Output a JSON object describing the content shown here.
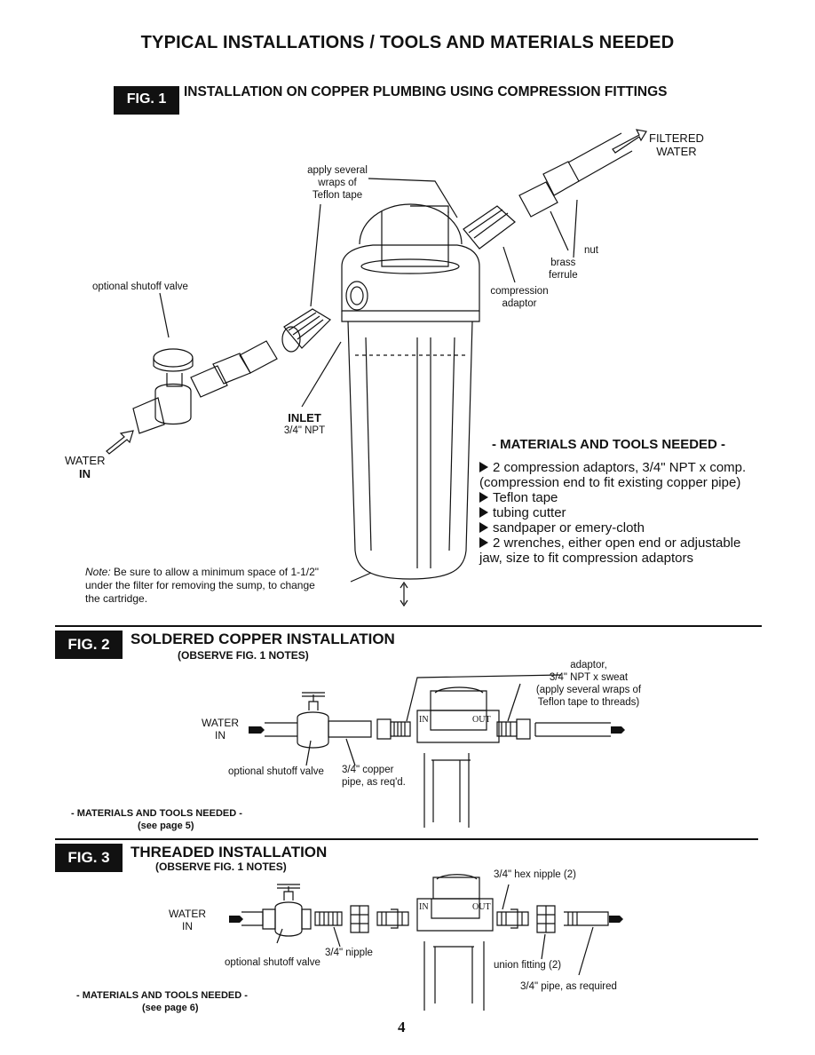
{
  "page": {
    "title": "TYPICAL INSTALLATIONS / TOOLS AND MATERIALS NEEDED",
    "page_number": "4"
  },
  "fig1": {
    "tag": "FIG. 1",
    "title": "INSTALLATION ON COPPER PLUMBING USING COMPRESSION FITTINGS",
    "labels": {
      "filtered_1": "FILTERED",
      "filtered_2": "WATER",
      "teflon_1": "apply several",
      "teflon_2": "wraps of",
      "teflon_3": "Teflon tape",
      "nut": "nut",
      "brass": "brass",
      "ferrule": "ferrule",
      "comp_1": "compression",
      "comp_2": "adaptor",
      "shutoff": "optional shutoff valve",
      "inlet": "INLET",
      "inlet_npt": "3/4\" NPT",
      "water": "WATER",
      "in": "IN"
    },
    "materials": {
      "heading": "- MATERIALS AND TOOLS NEEDED -",
      "lines": [
        "2 compression adaptors, 3/4\" NPT x comp.",
        "(compression end to fit existing copper pipe)",
        "Teflon tape",
        "tubing cutter",
        "sandpaper or emery-cloth",
        "2 wrenches, either open end or adjustable",
        "jaw, size to fit compression adaptors"
      ]
    },
    "note": {
      "label": "Note:",
      "line1": " Be sure to allow a minimum space of 1-1/2\"",
      "line2": "under the filter for removing the sump, to change",
      "line3": "the cartridge."
    }
  },
  "fig2": {
    "tag": "FIG. 2",
    "title": "SOLDERED COPPER INSTALLATION",
    "subtitle": "(OBSERVE FIG. 1 NOTES)",
    "labels": {
      "adaptor_1": "adaptor,",
      "adaptor_2": "3/4\" NPT x sweat",
      "adaptor_3": "(apply several wraps of",
      "adaptor_4": "Teflon tape to threads)",
      "water": "WATER",
      "in": "IN",
      "in_port": "IN",
      "out_port": "OUT",
      "shutoff": "optional shutoff valve",
      "copper_1": "3/4\" copper",
      "copper_2": "pipe, as req'd."
    },
    "materials_1": "- MATERIALS AND TOOLS NEEDED -",
    "materials_2": "(see page 5)"
  },
  "fig3": {
    "tag": "FIG. 3",
    "title": "THREADED INSTALLATION",
    "subtitle": "(OBSERVE FIG. 1 NOTES)",
    "labels": {
      "hex_nipple": "3/4\" hex nipple (2)",
      "water": "WATER",
      "in": "IN",
      "in_port": "IN",
      "out_port": "OUT",
      "nipple": "3/4\"  nipple",
      "shutoff": "optional shutoff valve",
      "union": "union  fitting (2)",
      "pipe": "3/4\" pipe, as required"
    },
    "materials_1": "- MATERIALS AND TOOLS NEEDED -",
    "materials_2": "(see page 6)"
  }
}
